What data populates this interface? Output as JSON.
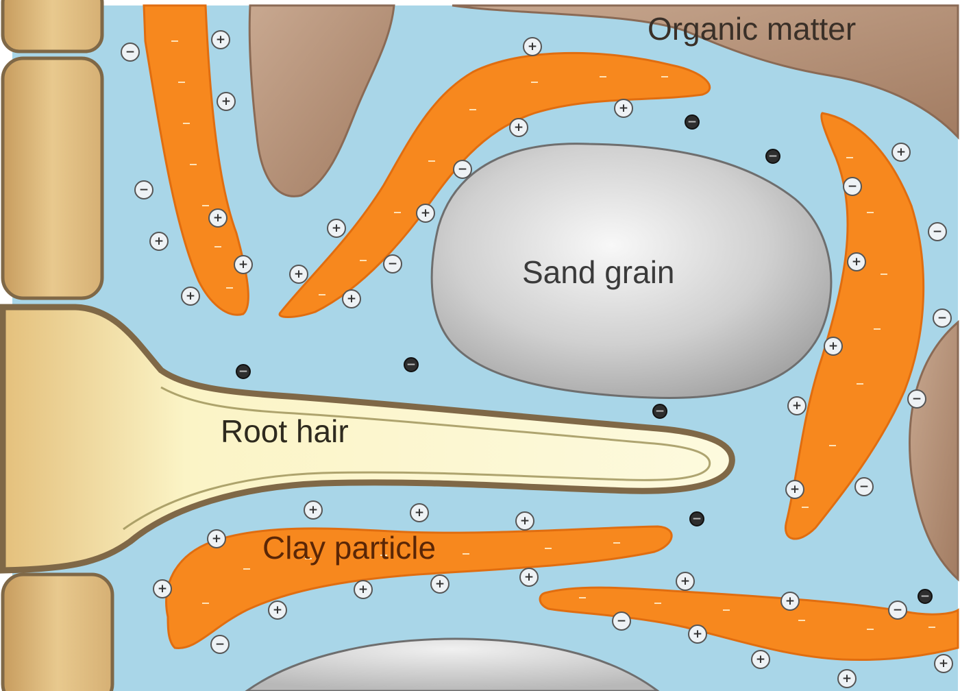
{
  "labels": {
    "organic_matter": "Organic matter",
    "sand_grain": "Sand grain",
    "root_hair": "Root hair",
    "clay_particle": "Clay particle"
  },
  "ion_symbols": {
    "cation": "+",
    "anion": "−"
  },
  "colors": {
    "soil_water": "#a9d6e8",
    "clay": "#f7881e",
    "sand": "#c8c8c8",
    "organic_matter": "#b5917a",
    "root_cells": "#d9b478",
    "root_hair": "#fbf7d2",
    "root_outline": "#7f6847",
    "anion_dot": "#2e2e2e"
  }
}
